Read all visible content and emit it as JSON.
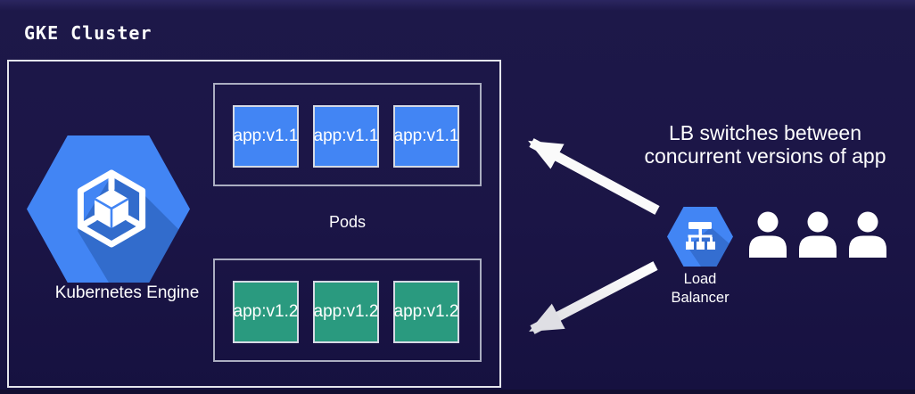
{
  "title": "GKE Cluster",
  "cluster": {
    "engine_label": "Kubernetes Engine",
    "pods_label": "Pods",
    "top_pods": [
      "app:v1.1",
      "app:v1.1",
      "app:v1.1"
    ],
    "bottom_pods": [
      "app:v1.2",
      "app:v1.2",
      "app:v1.2"
    ]
  },
  "load_balancer": {
    "line1": "Load",
    "line2": "Balancer"
  },
  "annotation": {
    "line1": "LB switches between",
    "line2": "concurrent versions of app"
  },
  "users_count": 3,
  "icons": {
    "kubernetes_engine": "gke-hexagon-cube-icon",
    "load_balancer": "load-balancer-hexagon-icon",
    "user": "person-icon",
    "arrow_up": "arrow-up-left-icon",
    "arrow_down": "arrow-down-left-icon"
  },
  "colors": {
    "background": "#1b1546",
    "pod_blue": "#4285f4",
    "pod_green": "#2a9a7f",
    "gcp_hexagon_blue": "#4285f4",
    "hexagon_shadow": "#0a2a66",
    "cluster_border": "#e4e5ec",
    "pods_border": "#abaec1",
    "arrow_white": "#fafafa",
    "text": "#ffffff"
  }
}
